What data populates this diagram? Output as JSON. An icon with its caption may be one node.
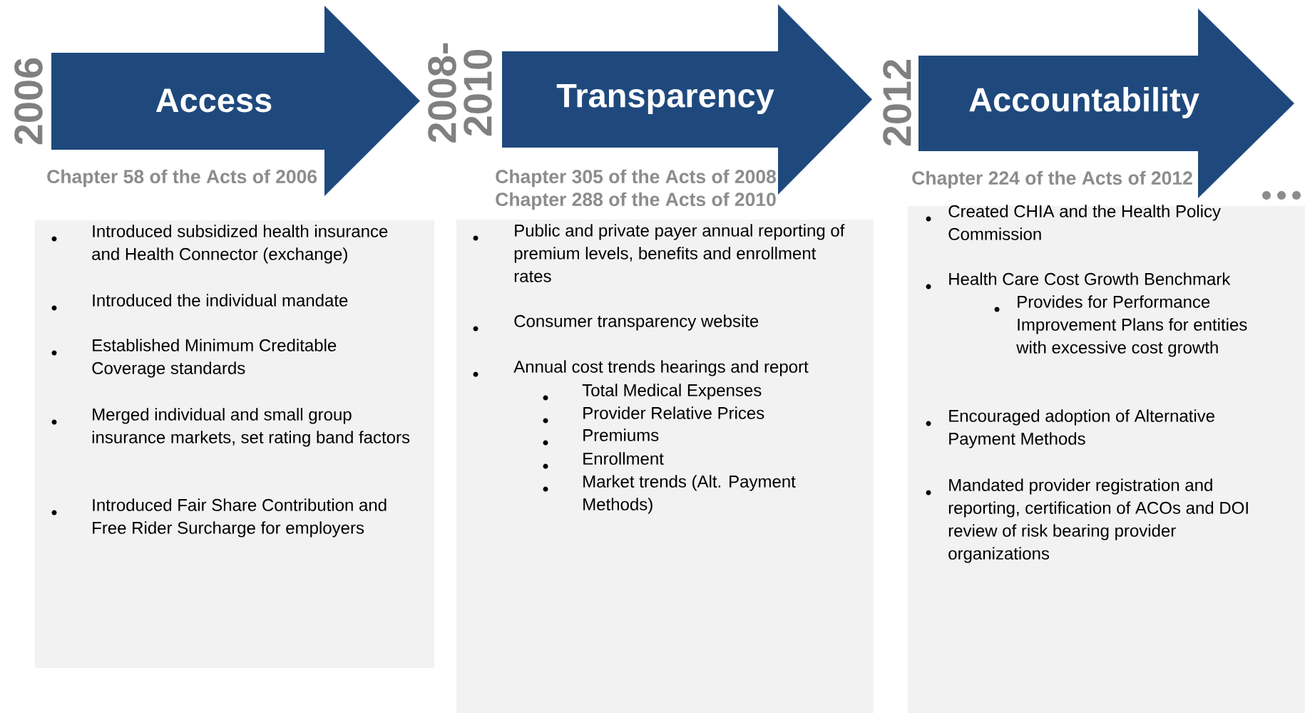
{
  "diagram": {
    "nodes": [
      {
        "text": [
          "Access"
        ],
        "beside": [
          "Chapter 58 of the Acts of 2006"
        ]
      },
      {
        "text": [
          "Transparency"
        ],
        "beside": [
          "Chapter 305 of the Acts of 2008",
          "Chapter 288 of the Acts of 2010"
        ]
      },
      {
        "text": [
          "Accountability"
        ],
        "beside": [
          "Chapter 224 of the Acts of 2012"
        ]
      },
      {
        "text": [
          "Introduced subsidized health insurance and Health Connector (exchange)",
          "Introduced the individual mandate",
          "Established Minimum Creditable Coverage standards",
          "Merged individual and small group insurance markets, set rating band factors",
          "Introduced Fair Share Contribution and Free Rider Surcharge for employers"
        ]
      },
      {
        "text": [
          "Public and private payer annual reporting of premium levels, benefits and enrollment rates",
          "Consumer transparency website",
          "Annual cost trends hearings and report",
          "Total Medical Expenses",
          "Provider Relative Prices",
          "Premiums",
          "Enrollment",
          "Market trends (Alt. Payment Methods)"
        ]
      },
      {
        "text": [
          "Created CHIA and the Health Policy Commission",
          "Health Care Cost Growth Benchmark",
          "Provides for Performance Improvement Plans for entities with excessive cost growth",
          "Encouraged adoption of Alternative Payment Methods",
          "Mandated provider registration and reporting, certification of ACOs and DOI review of risk bearing provider organizations"
        ]
      }
    ],
    "edges": [],
    "labels": [
      "2006",
      "2008-2010",
      "2012"
    ]
  }
}
